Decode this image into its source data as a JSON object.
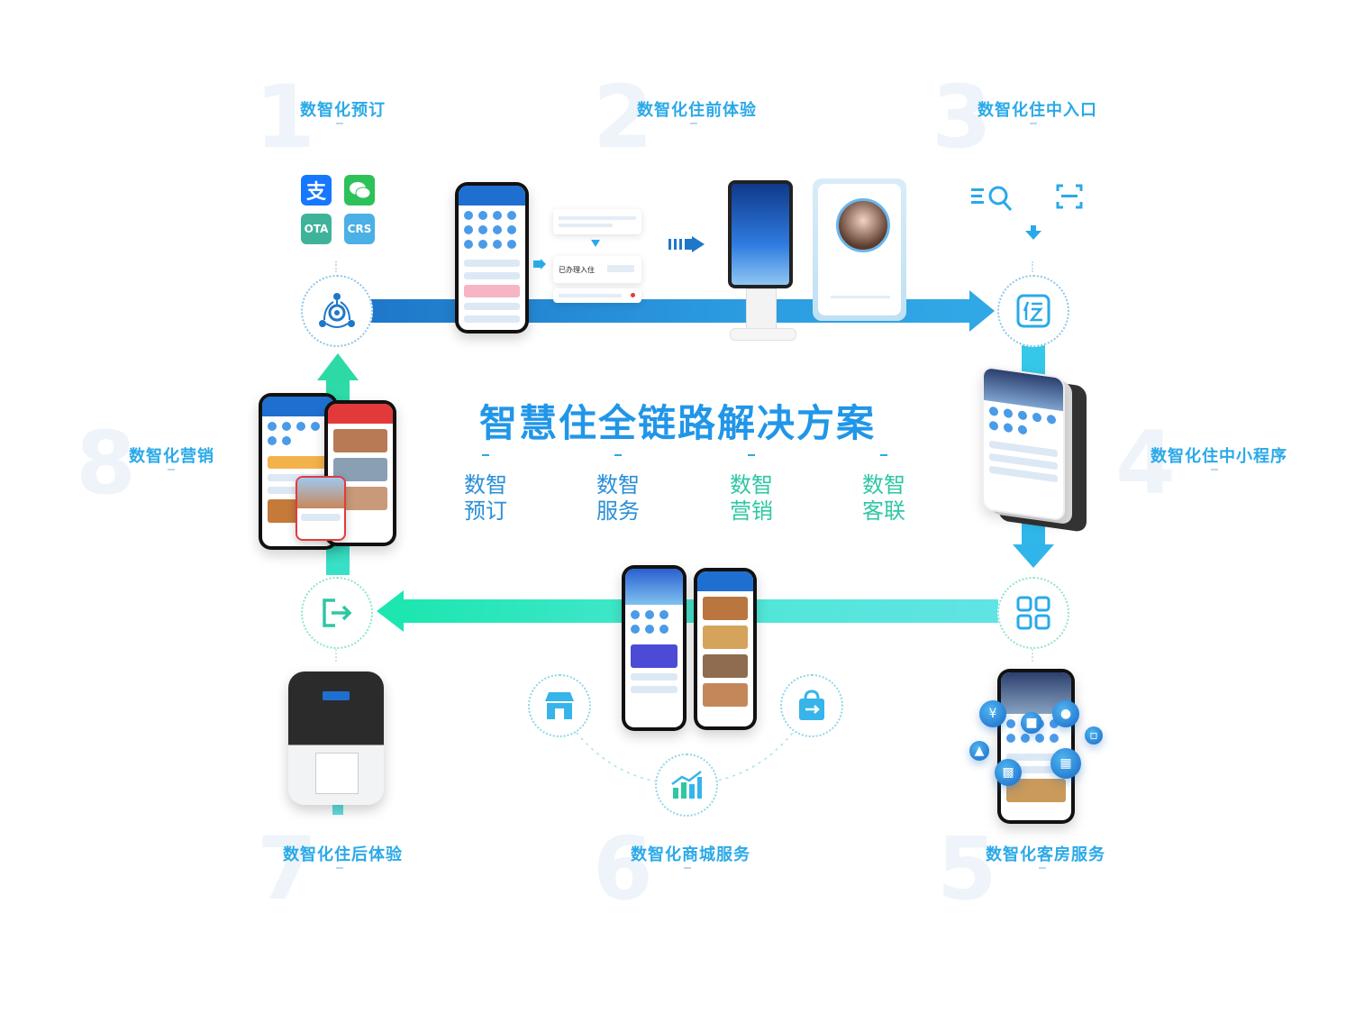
{
  "title": "智慧住全链路解决方案",
  "services": [
    {
      "line1": "数智",
      "line2": "预订"
    },
    {
      "line1": "数智",
      "line2": "服务"
    },
    {
      "line1": "数智",
      "line2": "营销"
    },
    {
      "line1": "数智",
      "line2": "客联"
    }
  ],
  "steps": [
    {
      "num": "1",
      "title": "数智化预订"
    },
    {
      "num": "2",
      "title": "数智化住前体验"
    },
    {
      "num": "3",
      "title": "数智化住中入口"
    },
    {
      "num": "4",
      "title": "数智化住中小程序"
    },
    {
      "num": "5",
      "title": "数智化客房服务"
    },
    {
      "num": "6",
      "title": "数智化商城服务"
    },
    {
      "num": "7",
      "title": "数智化住后体验"
    },
    {
      "num": "8",
      "title": "数智化营销"
    }
  ],
  "booking_sources": {
    "alipay": "支",
    "ota": "OTA",
    "crs": "CRS"
  },
  "checkin_card": {
    "status": "已办理入住"
  },
  "colors": {
    "blue": "#2196e8",
    "teal": "#2ec7a4",
    "step_title": "#2aa9e8"
  },
  "icons": {
    "node1": "hub-icon",
    "node3": "checkin-entry-icon",
    "node4": "apps-grid-icon",
    "node5": "exit-icon",
    "mall": [
      "store-icon",
      "chart-growth-icon",
      "shopping-bag-icon"
    ]
  }
}
